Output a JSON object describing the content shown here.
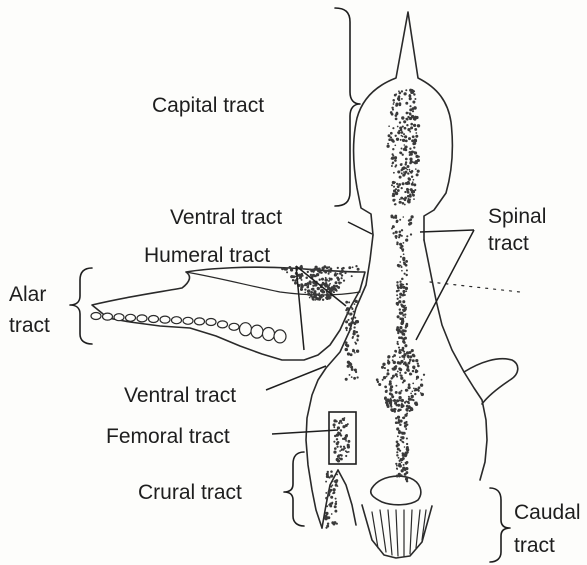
{
  "figure": {
    "labels": {
      "capital": "Capital tract",
      "ventral_upper": "Ventral tract",
      "spinal": [
        "Spinal",
        "tract"
      ],
      "humeral": "Humeral tract",
      "alar": [
        "Alar",
        "tract"
      ],
      "ventral_lower": "Ventral tract",
      "femoral": "Femoral tract",
      "crural": "Crural tract",
      "caudal": [
        "Caudal",
        "tract"
      ]
    }
  }
}
